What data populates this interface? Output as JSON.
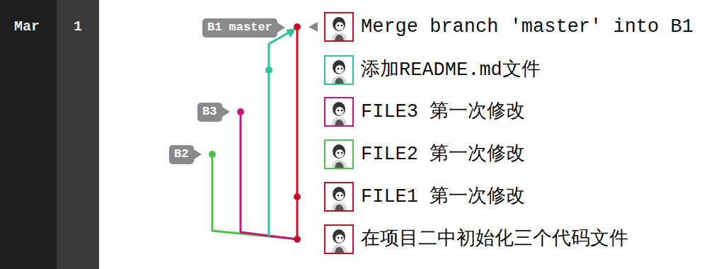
{
  "diagram": {
    "nodes": [
      {
        "text": [
          "B1 master"
        ]
      },
      {
        "text": [
          "B3"
        ]
      },
      {
        "text": [
          "B2"
        ]
      }
    ],
    "labels": [
      "Mar",
      "1",
      "Merge branch 'master' into B1",
      "添加README.md文件",
      "FILE3 第一次修改",
      "FILE2 第一次修改",
      "FILE1 第一次修改",
      "在项目二中初始化三个代码文件"
    ]
  }
}
